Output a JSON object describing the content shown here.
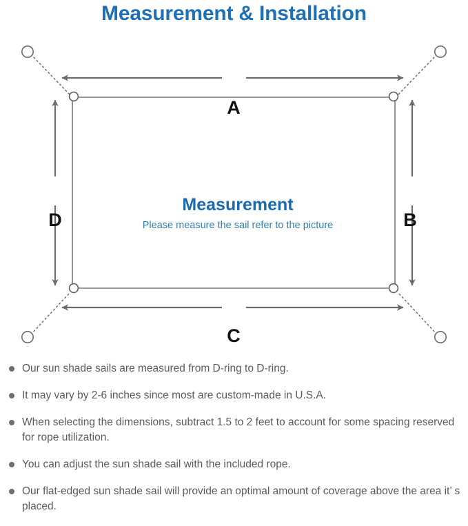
{
  "title": "Measurement & Installation",
  "diagram": {
    "center_title": "Measurement",
    "center_subtitle": "Please measure the sail refer to the picture",
    "dimensions": {
      "top": "A",
      "right": "B",
      "bottom": "C",
      "left": "D"
    },
    "colors": {
      "title_blue": "#1f6fb5",
      "center_blue": "#1a6aad",
      "sub_blue": "#2e7eb8",
      "line_gray": "#6b6b6b",
      "sail_edge": "#7a7a7a",
      "text_gray": "#5a5a5a",
      "bullet_gray": "#6e6e6e"
    },
    "parts": {
      "sail": "sail-rectangle",
      "d_ring": "d-ring",
      "anchor": "anchor-point-circle",
      "rope": "rope-dotted-line",
      "measure_arrow": "dimension-arrow"
    }
  },
  "notes": [
    "Our sun shade sails are measured from D-ring to D-ring.",
    "It may vary by 2-6 inches since most are custom-made in U.S.A.",
    "When selecting the dimensions, subtract 1.5 to 2 feet to account for some spacing reserved for rope utilization.",
    "You can adjust the sun shade sail with the included rope.",
    "Our flat-edged sun shade sail will provide an optimal amount of coverage above the area it’ s placed."
  ]
}
